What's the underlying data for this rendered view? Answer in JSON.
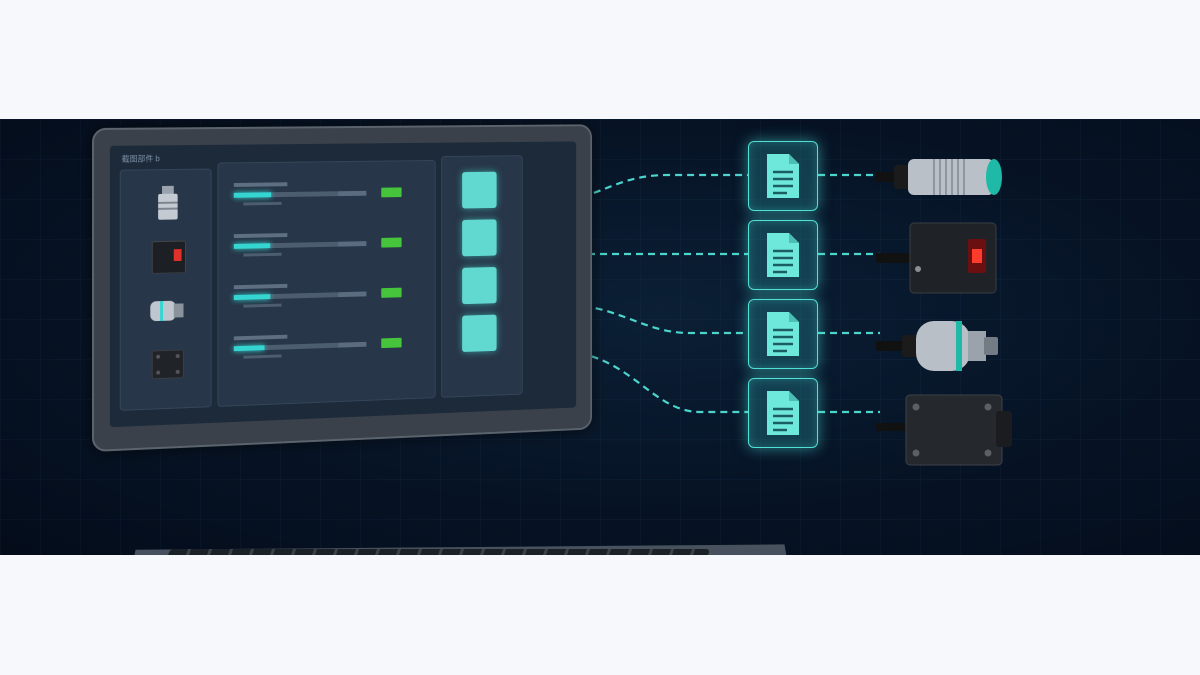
{
  "screen": {
    "title": "截图部件 b"
  },
  "device_rows": [
    {
      "progress": 0.28,
      "status": "ok"
    },
    {
      "progress": 0.27,
      "status": "ok"
    },
    {
      "progress": 0.27,
      "status": "ok"
    },
    {
      "progress": 0.23,
      "status": "ok"
    }
  ],
  "colors": {
    "accent": "#35d6d2",
    "status_ok": "#46c53c",
    "background": "#061325",
    "link": "#4fe0d6"
  },
  "icons": [
    "document-icon",
    "cylindrical-sensor-icon",
    "photoelectric-sensor-icon",
    "pressure-sensor-icon",
    "block-sensor-icon"
  ]
}
